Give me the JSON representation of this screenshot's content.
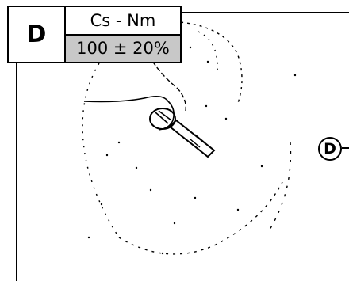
{
  "spec": {
    "letter": "D",
    "unit": "Cs - Nm",
    "value": "100 ± 20%"
  },
  "callout": {
    "letter": "D"
  },
  "icons": {
    "drawing": "torque-wrench-on-fastener-illustration"
  }
}
